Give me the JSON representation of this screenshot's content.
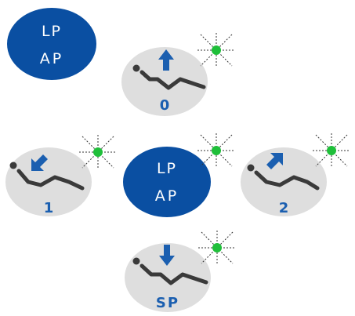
{
  "colors": {
    "primary_blue": "#0a4fa2",
    "button_grey": "#dedede",
    "chair_line": "#3a3a3a",
    "led_green": "#1fbf3a",
    "ray": "#333333",
    "label_blue": "#1b5fb0",
    "white": "#ffffff"
  },
  "memory_button_top": {
    "line1": "LP",
    "line2": "AP"
  },
  "memory_button_center": {
    "line1": "LP",
    "line2": "AP"
  },
  "positions": [
    {
      "key": "pos0",
      "label": "0",
      "arrow": "up",
      "led": "on"
    },
    {
      "key": "pos1",
      "label": "1",
      "arrow": "down-left",
      "led": "on"
    },
    {
      "key": "pos2",
      "label": "2",
      "arrow": "up-right",
      "led": "on"
    },
    {
      "key": "posSP",
      "label": "SP",
      "arrow": "down",
      "led": "on"
    }
  ],
  "icons": {
    "chair": "chair-recline-icon",
    "arrow_up": "arrow-up-icon",
    "arrow_down": "arrow-down-icon",
    "arrow_down_left": "arrow-down-left-icon",
    "arrow_up_right": "arrow-up-right-icon",
    "led": "status-led-icon"
  }
}
